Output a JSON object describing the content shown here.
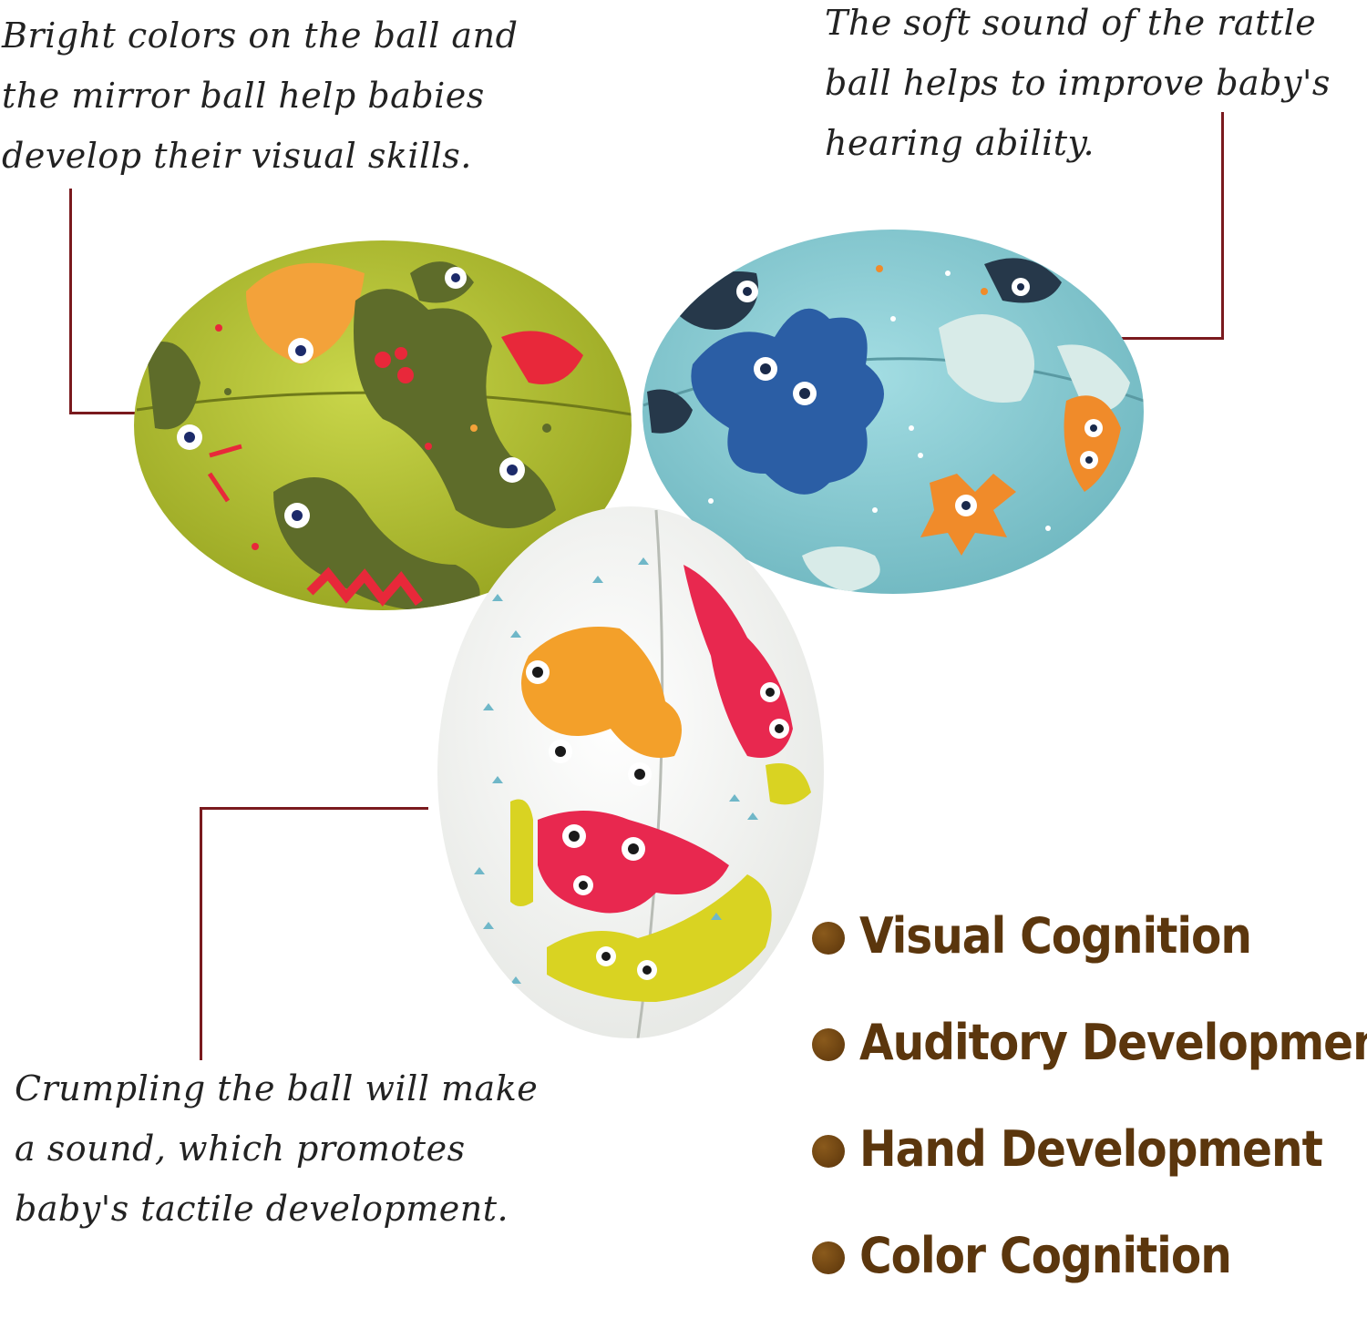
{
  "captions": {
    "top_left": [
      "Bright colors on the ball and",
      "the mirror ball help babies",
      "develop their visual skills."
    ],
    "top_right": [
      "The soft sound of the rattle",
      "ball helps to improve baby's",
      "hearing ability."
    ],
    "bottom_left": [
      "Crumpling the ball will make",
      "a sound, which promotes",
      "baby's tactile development."
    ]
  },
  "features": [
    "Visual Cognition",
    "Auditory Development",
    "Hand Development",
    "Color Cognition"
  ],
  "colors": {
    "callout_line": "#7a1a1e",
    "feature_text": "#5b360d",
    "bullet": "#6b4010",
    "green_ball": "#b6c233",
    "blue_ball": "#8fcfd6",
    "white_ball": "#f7f7f2"
  },
  "images": [
    "green-monster-ball",
    "blue-monster-ball",
    "white-monster-ball"
  ]
}
